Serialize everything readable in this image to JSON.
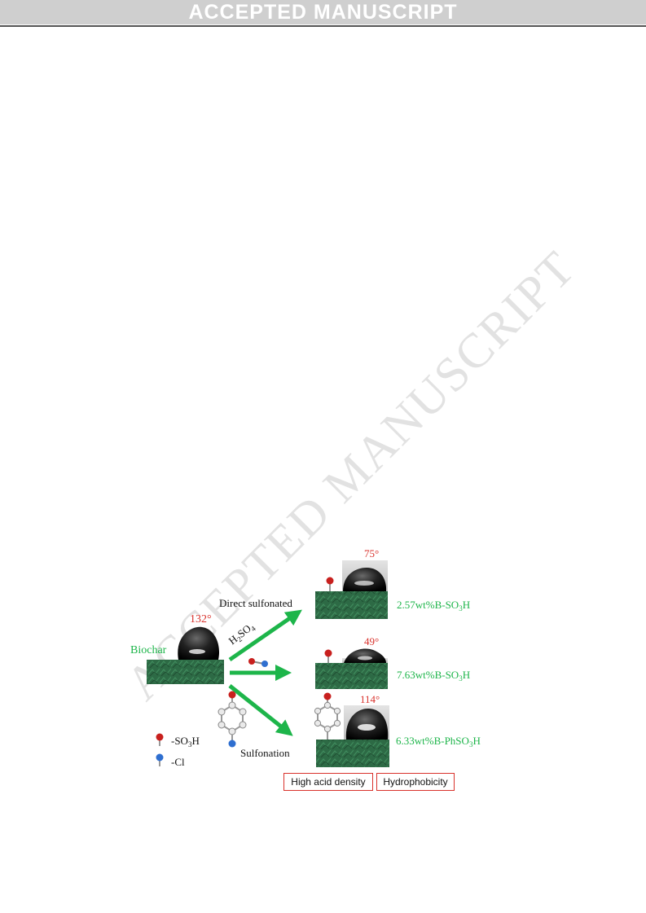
{
  "header": {
    "banner_text": "ACCEPTED MANUSCRIPT"
  },
  "watermark_text": "ACCEPTED MANUSCRIPT",
  "figure": {
    "biochar_label": "Biochar",
    "biochar_angle": "132°",
    "route_top_label": "Direct sulfonated",
    "route_top_reagent_main": "H",
    "route_top_reagent_sub1": "2",
    "route_top_reagent_mid": "SO",
    "route_top_reagent_sub2": "4",
    "route_bottom_label": "Sulfonation",
    "products": [
      {
        "angle": "75°",
        "name_pre": "2.57wt%B-SO",
        "name_sub": "3",
        "name_post": "H"
      },
      {
        "angle": "49°",
        "name_pre": "7.63wt%B-SO",
        "name_sub": "3",
        "name_post": "H"
      },
      {
        "angle": "114°",
        "name_pre": "6.33wt%B-PhSO",
        "name_sub": "3",
        "name_post": "H"
      }
    ],
    "legend": [
      {
        "label_pre": "-SO",
        "label_sub": "3",
        "label_post": "H",
        "color": "#c8201e"
      },
      {
        "label_pre": "-Cl",
        "label_sub": "",
        "label_post": "",
        "color": "#2f6fd0"
      }
    ],
    "tags": [
      "High acid density",
      "Hydrophobicity"
    ],
    "colors": {
      "green": "#1db54a",
      "angle_red": "#d9322c",
      "substrate": "#2d6a45"
    }
  }
}
